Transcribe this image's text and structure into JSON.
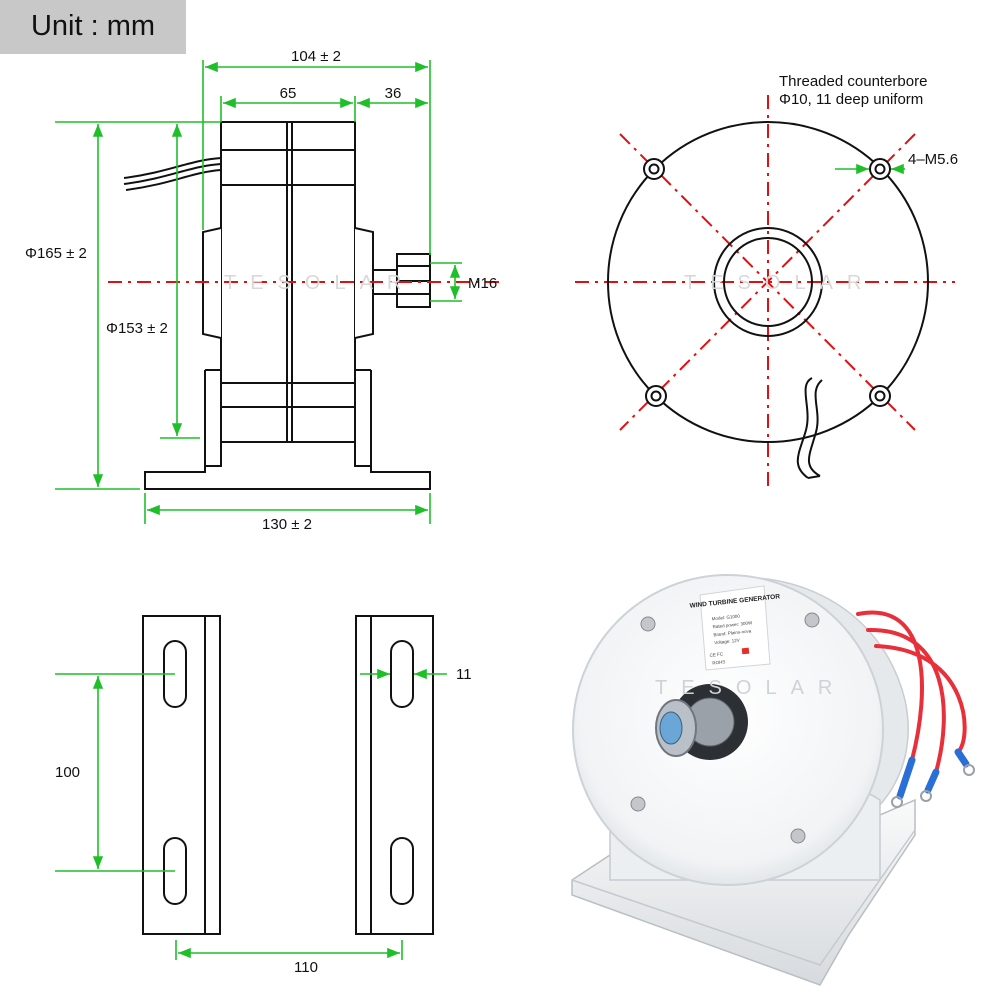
{
  "unit_badge": {
    "text": "Unit : mm"
  },
  "side_view": {
    "overall_length": "104 ± 2",
    "body_length": "65",
    "shaft_length": "36",
    "outer_diameter": "Φ165 ± 2",
    "inner_diameter": "Φ153 ± 2",
    "thread": "M16",
    "base_width": "130 ± 2"
  },
  "front_view": {
    "note_line1": "Threaded counterbore",
    "note_line2": "Φ10, 11 deep uniform",
    "holes": "4–M5.6"
  },
  "bracket_view": {
    "slot_spacing": "100",
    "slot_width": "11",
    "bracket_spacing": "110"
  },
  "photo": {
    "label_title": "WIND TURBINE GENERATOR",
    "label_lines": [
      "Model: G1000",
      "Rated power: 300W",
      "Brand: Plains-nova",
      "Voltage: 12V"
    ],
    "label_marks": "CE FC",
    "label_recycle": "ROHS"
  },
  "watermark": "TESOLAR",
  "colors": {
    "dimension": "#1fbf2a",
    "centerline": "#e01010",
    "outline": "#111111",
    "badge": "#c8c8c8",
    "wire_red": "#e8303a",
    "wire_blue": "#2a6fd8"
  }
}
